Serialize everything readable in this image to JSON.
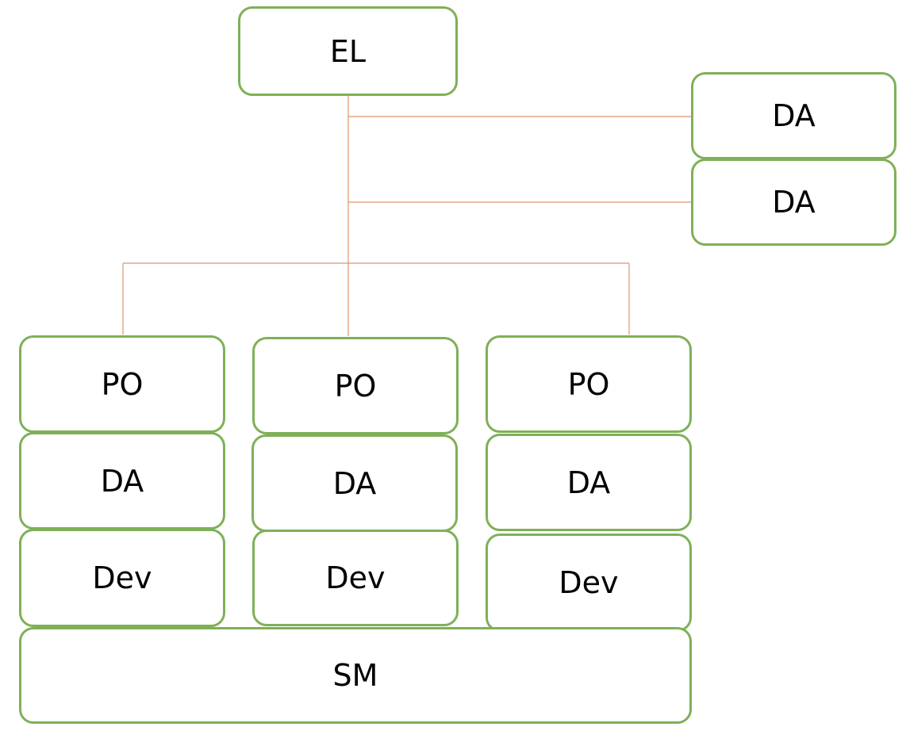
{
  "top": {
    "label": "EL"
  },
  "side": [
    {
      "label": "DA"
    },
    {
      "label": "DA"
    }
  ],
  "teams": [
    {
      "po": "PO",
      "da": "DA",
      "dev": "Dev"
    },
    {
      "po": "PO",
      "da": "DA",
      "dev": "Dev"
    },
    {
      "po": "PO",
      "da": "DA",
      "dev": "Dev"
    }
  ],
  "bottom": {
    "label": "SM"
  },
  "colors": {
    "box_border": "#7FB058",
    "connector": "#E0956A",
    "text": "#000000"
  }
}
